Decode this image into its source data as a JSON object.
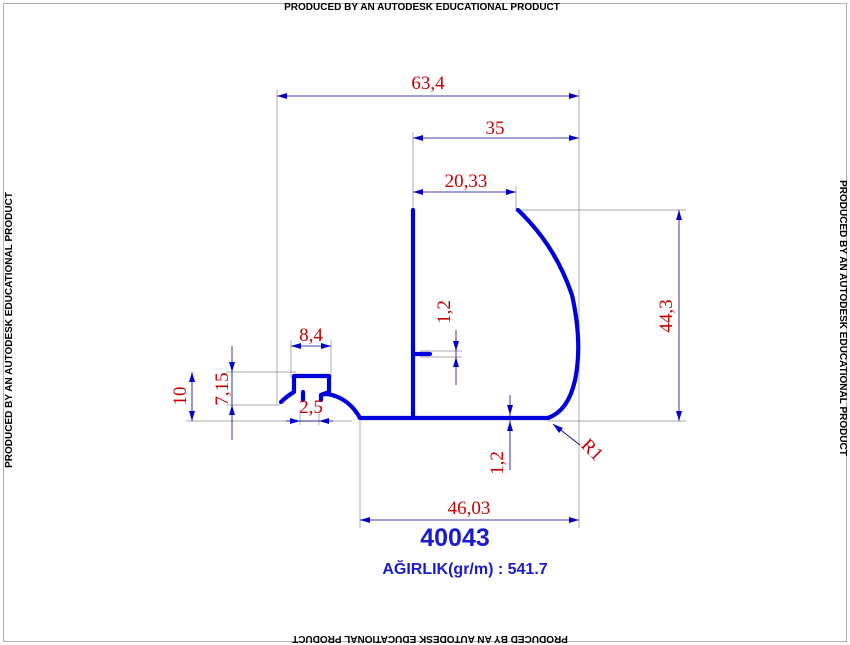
{
  "watermark": "PRODUCED BY AN AUTODESK EDUCATIONAL PRODUCT",
  "dimensions": {
    "overall_width": "63,4",
    "right_width": "35",
    "arc_chord": "20,33",
    "bottom_width": "46,03",
    "height": "44,3",
    "rib_thickness": "1,2",
    "base_thickness": "1,2",
    "radius": "R1",
    "lip_width": "8,4",
    "lip_height": "7,15",
    "hook_height": "10",
    "gap": "2,5"
  },
  "product": {
    "code": "40043",
    "weight_label": "AĞIRLIK(gr/m) : 541.7"
  },
  "colors": {
    "profile": "#0000dd",
    "dimension_text": "#c80000",
    "dimension_line": "#00008b",
    "title_text": "#1a1ad0"
  }
}
